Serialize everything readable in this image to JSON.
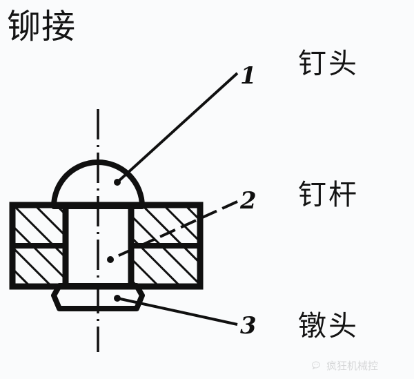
{
  "figure": {
    "title": "铆接",
    "background_color": "#fafbfc",
    "ink_color": "#101010",
    "type": "engineering-cross-section-diagram",
    "subject": "riveted joint (铆接) cross section"
  },
  "callouts": [
    {
      "number": "1",
      "label": "钉头",
      "meaning": "rivet head",
      "points_to": "domed rivet head at top"
    },
    {
      "number": "2",
      "label": "钉杆",
      "meaning": "rivet shank",
      "points_to": "rivet shank through the plate holes"
    },
    {
      "number": "3",
      "label": "镦头",
      "meaning": "upset / formed head",
      "points_to": "upset head at bottom"
    }
  ],
  "labels": {
    "head": "钉头",
    "shank": "钉杆",
    "upset": "镦头"
  },
  "numbers": {
    "one": "1",
    "two": "2",
    "three": "3"
  },
  "watermark": {
    "text": "疯狂机械控",
    "icon": "wechat-icon"
  }
}
